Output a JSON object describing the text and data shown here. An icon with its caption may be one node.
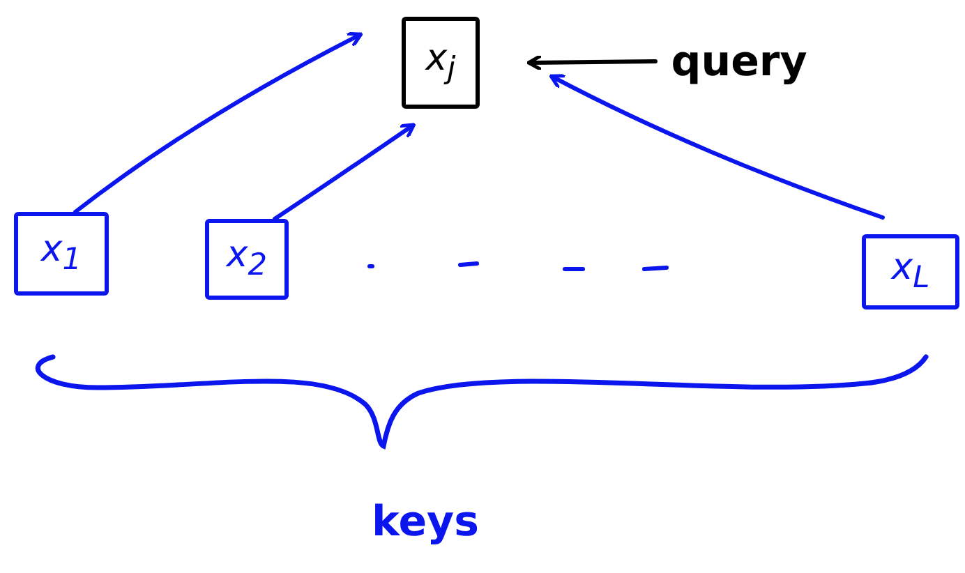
{
  "diagram": {
    "nodes": [
      {
        "text": [
          "x$_{j}$"
        ]
      },
      {
        "text": [
          "query"
        ]
      },
      {
        "text": [
          "x$_{1}$"
        ]
      },
      {
        "text": [
          "x$_{2}$"
        ]
      },
      {
        "text": [
          "x$_{L}$"
        ]
      }
    ],
    "edges": [
      {
        "from": 1,
        "to": 0,
        "arrow": "to",
        "color": "#000000"
      },
      {
        "from": 2,
        "to": 0,
        "arrow": "to"
      },
      {
        "from": 3,
        "to": 0,
        "arrow": "to"
      },
      {
        "from": 4,
        "to": 0,
        "arrow": "to"
      }
    ],
    "labels": [
      "keys"
    ]
  }
}
